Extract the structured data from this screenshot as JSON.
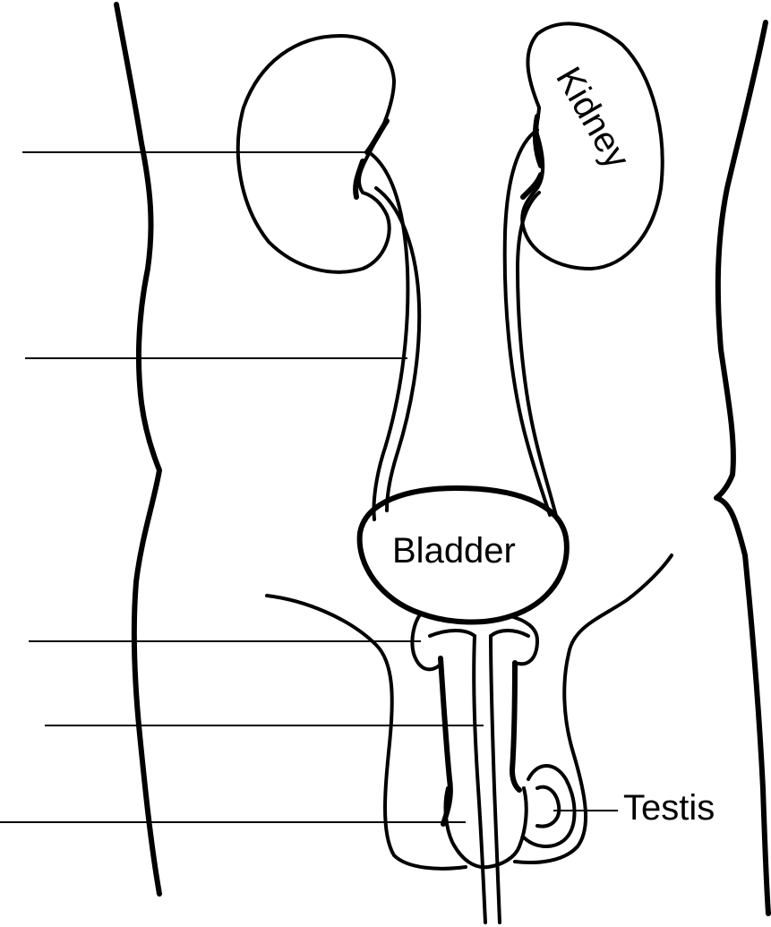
{
  "labels": {
    "kidney": "Kidney",
    "bladder": "Bladder",
    "testis": "Testis"
  },
  "colors": {
    "ink": "#000000",
    "paper": "#ffffff"
  }
}
